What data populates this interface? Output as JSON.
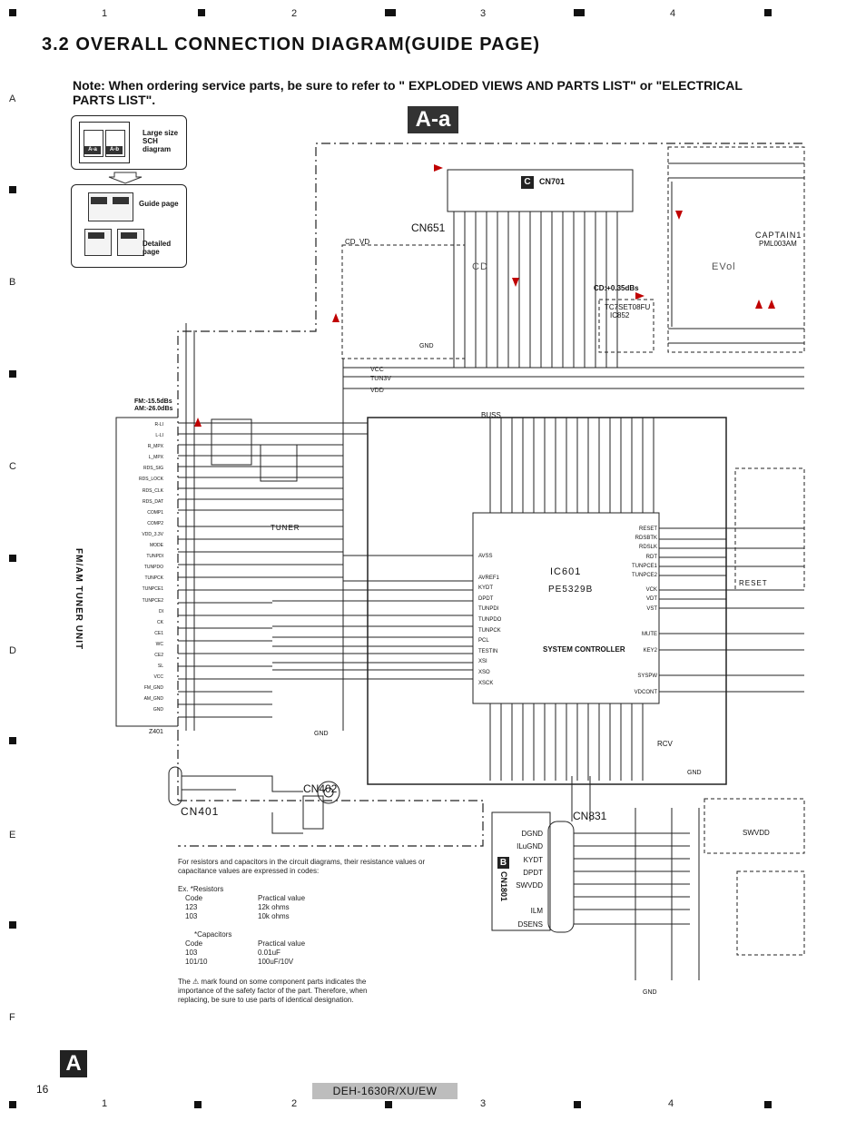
{
  "header": {
    "columns": [
      "1",
      "2",
      "3",
      "4"
    ],
    "rows": [
      "A",
      "B",
      "C",
      "D",
      "E",
      "F"
    ]
  },
  "title": "3.2 OVERALL CONNECTION DIAGRAM(GUIDE PAGE)",
  "note": "Note: When ordering service parts, be sure to refer to \" EXPLODED VIEWS AND PARTS LIST\" or \"ELECTRICAL PARTS LIST\".",
  "section_badge": "A-a",
  "guide": {
    "large_label": "Large size SCH diagram",
    "guide_label": "Guide page",
    "detail_label": "Detailed page",
    "mini_tiles": [
      "A-a",
      "A-b"
    ]
  },
  "blocks": {
    "cn701": "CN701",
    "cn701_badge": "C",
    "cn651": "CN651",
    "cd_vd": "CD_VD",
    "cd": "CD",
    "captain": "CAPTAIN1",
    "captain_part": "PML003AM",
    "evol": "EVol",
    "tc": "TC7SET08FU",
    "ic852": "IC852",
    "cd_db": "CD:+0.35dBs",
    "ic601": "IC601",
    "ic601_part": "PE5329B",
    "sysctrl": "SYSTEM CONTROLLER",
    "tuner": "TUNER",
    "tuner_unit": "FM/AM TUNER UNIT",
    "fm_level": "FM:-15.5dBs",
    "am_level": "AM:-26.0dBs",
    "cn401": "CN401",
    "cn402": "CN402",
    "cn831": "CN831",
    "cn1801": "CN1801",
    "cn1801_badge": "B",
    "reset": "RESET",
    "rcv": "RCV",
    "gnd": "GND",
    "z401": "Z401",
    "swvdd": "SWVDD",
    "busb": "BUSS",
    "vcc": "VCC",
    "tun3v": "TUN3V",
    "vdd": "VDD",
    "ic_left_pins": [
      "AVSS",
      "AVREF1",
      "KYDT",
      "DPDT",
      "TUNPDI",
      "TUNPDO",
      "TUNPCK",
      "PCL",
      "TESTIN",
      "XSI",
      "XSO",
      "XSCK"
    ],
    "ic_right_pins": [
      "RESET",
      "RDSBTK",
      "RDSLK",
      "RDT",
      "TUNPCE1",
      "TUNPCE2",
      "VCK",
      "VDT",
      "VST",
      "MUTE",
      "KEY2",
      "SYSPW",
      "VDCONT"
    ],
    "cn831_pins": [
      "DGND",
      "ILuGND",
      "KYDT",
      "DPDT",
      "SWVDD",
      "ILM",
      "DSENS"
    ],
    "tuner_pins": [
      "R-LI",
      "L-LI",
      "R_MPX",
      "L_MPX",
      "RDS_SIG",
      "RDS_LOCK",
      "RDS_CLK",
      "RDS_DAT",
      "COMP1",
      "COMP2",
      "VDD_3.3V",
      "MODE",
      "TUNPDI",
      "TUNPDO",
      "TUNPCK",
      "TUNPCE1",
      "TUNPCE2",
      "DI",
      "CK",
      "CE1",
      "WC",
      "CE2",
      "SL",
      "VCC",
      "FM_GND",
      "AM_GND",
      "GND"
    ]
  },
  "codes_note": "For resistors and capacitors in the circuit diagrams, their resistance values or capacitance values are expressed in codes:",
  "codes": {
    "ex_label": "Ex.   *Resistors",
    "header": [
      "Code",
      "Practical value"
    ],
    "resistors": [
      [
        "123",
        "12k ohms"
      ],
      [
        "103",
        "10k ohms"
      ]
    ],
    "cap_label": "*Capacitors",
    "capacitors": [
      [
        "103",
        "0.01uF"
      ],
      [
        "101/10",
        "100uF/10V"
      ]
    ]
  },
  "warning": "The ⚠ mark found on some component parts indicates the importance of the safety factor of the part. Therefore, when replacing, be sure to use parts of identical designation.",
  "footer": {
    "page_badge": "A",
    "page_number": "16",
    "model": "DEH-1630R/XU/EW"
  },
  "colors": {
    "ink": "#111111",
    "arrow": "#c00000",
    "badge": "#333333",
    "model_bg": "#bdbdbd"
  }
}
